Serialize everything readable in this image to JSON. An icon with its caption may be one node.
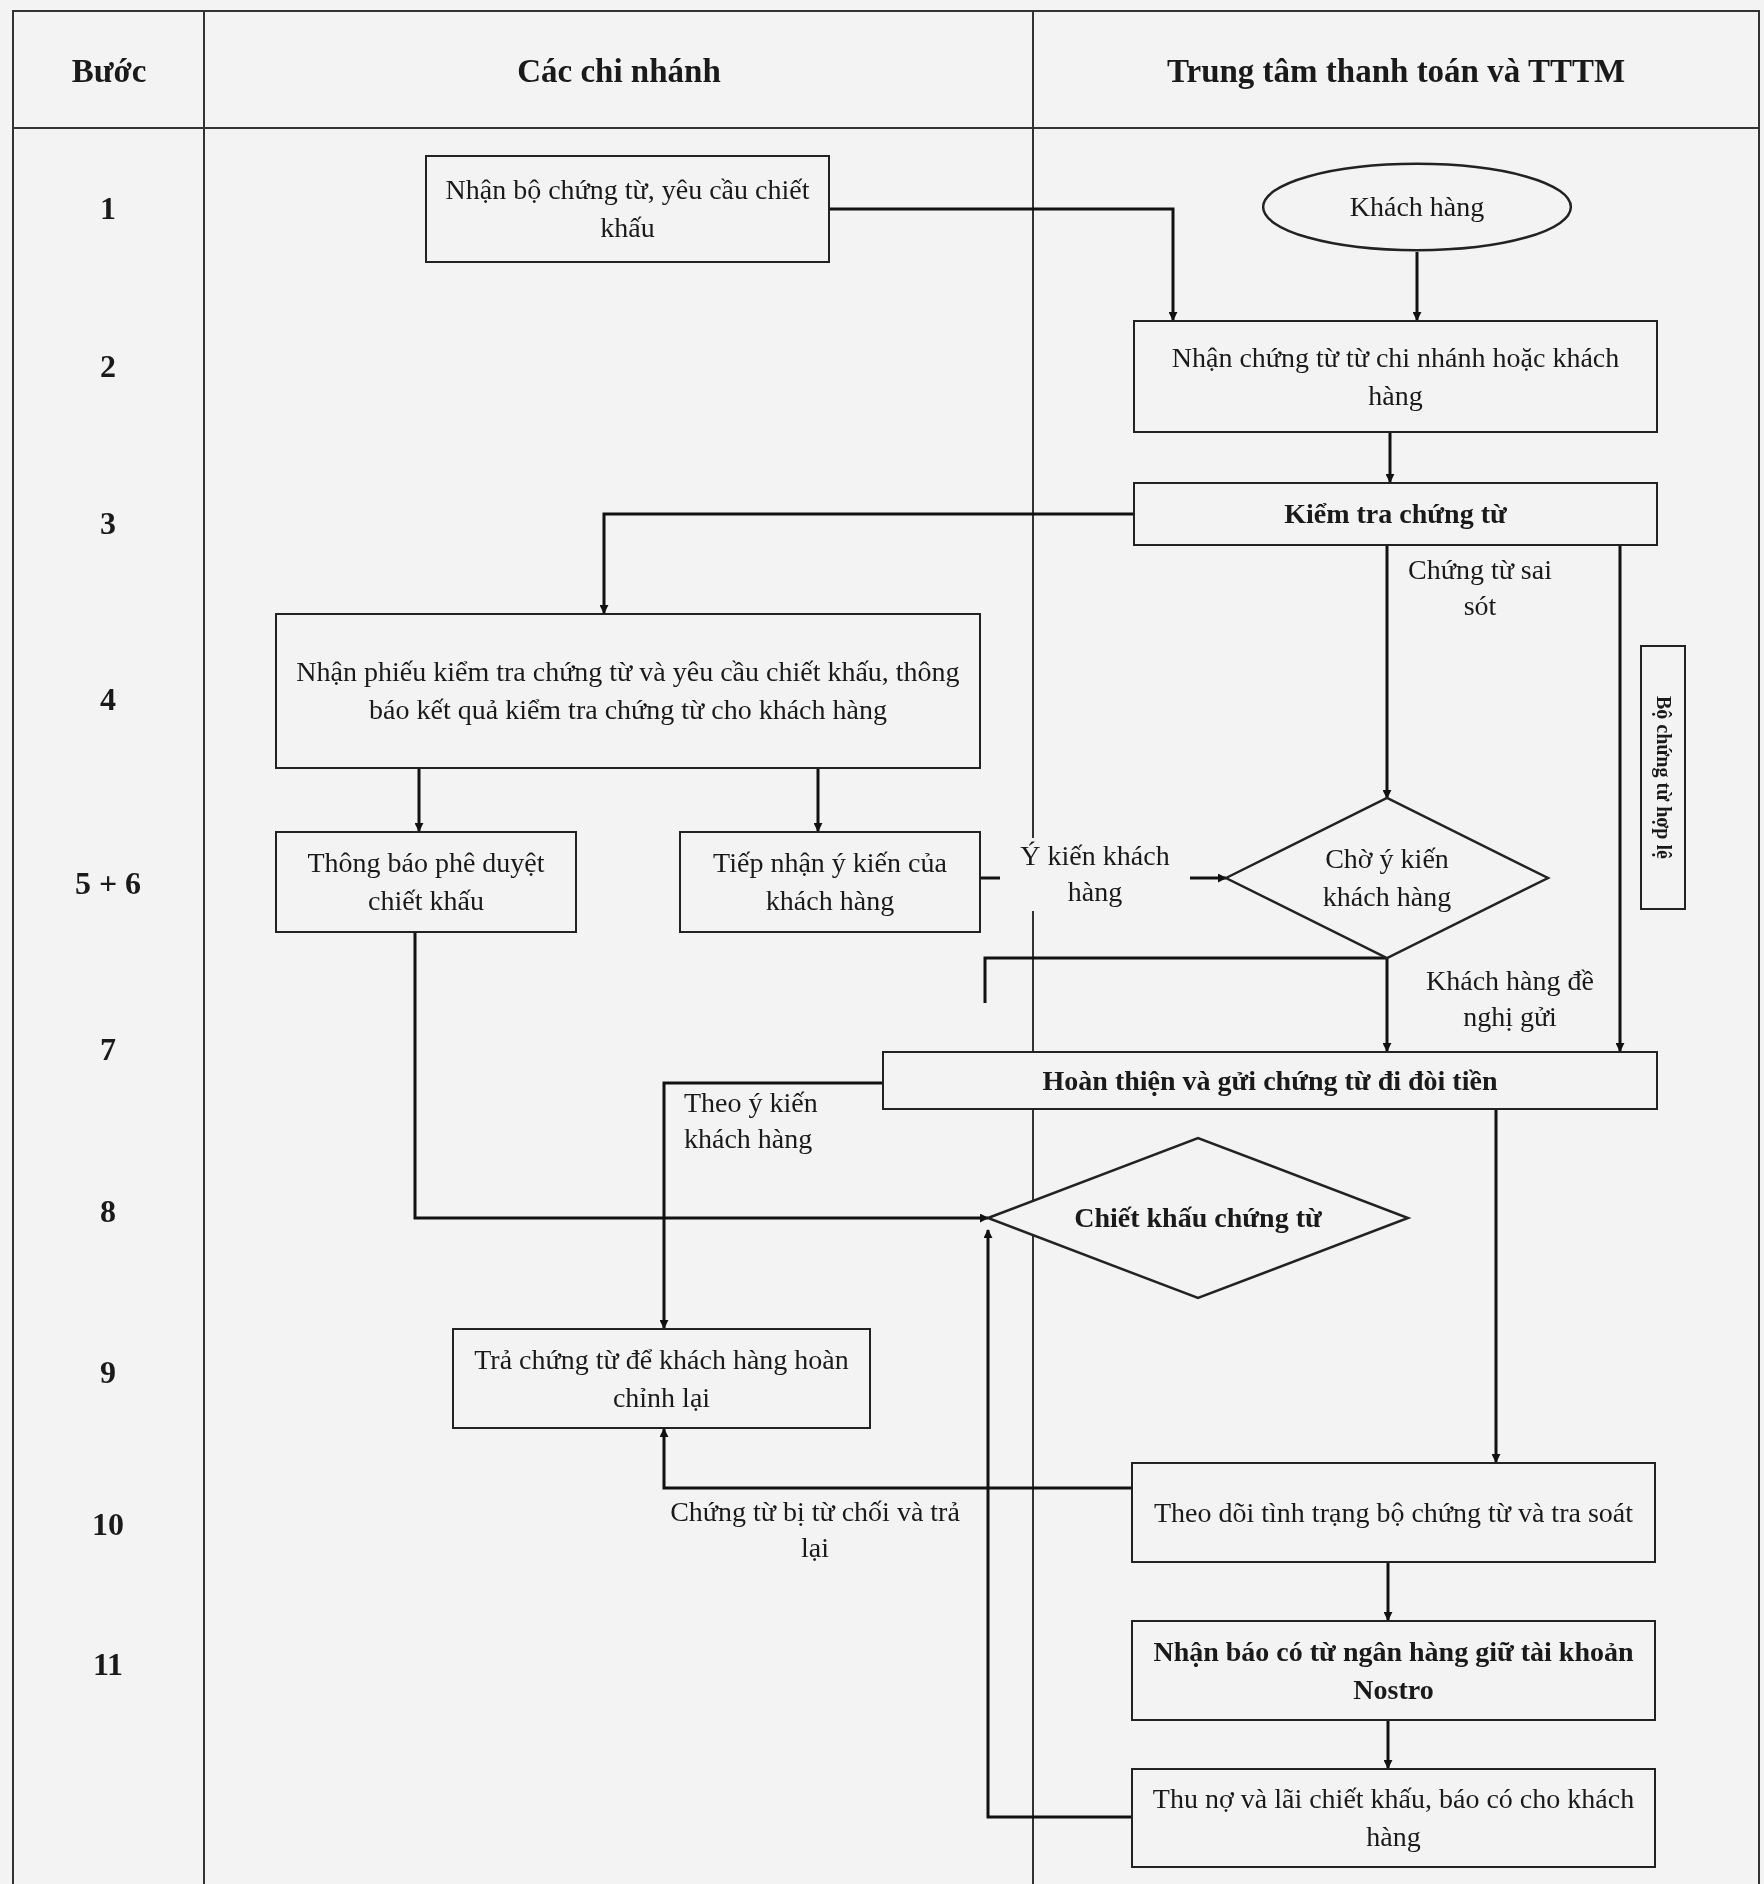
{
  "diagram": {
    "nodes": [
      {
        "text": [
          "Nhận bộ chứng từ, yêu cầu chiết khấu"
        ]
      },
      {
        "text": [
          "Khách hàng"
        ]
      },
      {
        "text": [
          "Nhận chứng từ từ chi nhánh hoặc khách hàng"
        ]
      },
      {
        "text": [
          "Kiểm tra chứng từ"
        ]
      },
      {
        "text": [
          "Nhận phiếu kiểm tra chứng từ và yêu cầu chiết khấu, thông báo kết quả kiểm tra chứng từ cho khách hàng"
        ]
      },
      {
        "text": [
          "Thông báo phê duyệt chiết khấu"
        ]
      },
      {
        "text": [
          "Tiếp nhận ý kiến của khách hàng"
        ]
      },
      {
        "text": [
          "Chờ ý kiến khách hàng"
        ]
      },
      {
        "text": [
          "Hoàn thiện và gửi chứng từ đi đòi tiền"
        ]
      },
      {
        "text": [
          "Chiết khấu chứng từ"
        ]
      },
      {
        "text": [
          "Trả chứng từ để khách hàng hoàn chỉnh lại"
        ]
      },
      {
        "text": [
          "Theo dõi tình trạng bộ chứng từ và tra soát"
        ]
      },
      {
        "text": [
          "Nhận báo có từ ngân hàng giữ tài khoản Nostro"
        ]
      },
      {
        "text": [
          "Thu nợ và lãi chiết khấu, báo có cho khách hàng"
        ]
      }
    ],
    "edges": [
      {
        "from": 0,
        "to": 2,
        "arrow": "to"
      },
      {
        "from": 1,
        "to": 2,
        "arrow": "to"
      },
      {
        "from": 2,
        "to": 3,
        "arrow": "to"
      },
      {
        "from": 3,
        "to": 4,
        "arrow": "to"
      },
      {
        "from": 3,
        "to": 7,
        "arrow": "to",
        "label": "Chứng từ sai sót"
      },
      {
        "from": 3,
        "to": 8,
        "arrow": "to",
        "label": "Bộ chứng từ hợp lệ"
      },
      {
        "from": 4,
        "to": 5,
        "arrow": "to"
      },
      {
        "from": 4,
        "to": 6,
        "arrow": "to"
      },
      {
        "from": 6,
        "to": 7,
        "arrow": "to",
        "label": "Ý kiến khách hàng"
      },
      {
        "from": 7,
        "to": 8,
        "arrow": "to",
        "label": "Khách hàng đề nghị gửi"
      },
      {
        "from": 7,
        "to": null,
        "arrow": "none"
      },
      {
        "from": 8,
        "to": 10,
        "arrow": "to",
        "label": "Theo ý kiến khách hàng"
      },
      {
        "from": 5,
        "to": 9,
        "arrow": "to"
      },
      {
        "from": 13,
        "to": 9,
        "arrow": "to"
      },
      {
        "from": 8,
        "to": 11,
        "arrow": "to"
      },
      {
        "from": 11,
        "to": 10,
        "arrow": "to",
        "label": "Chứng từ bị từ chối và trả lại"
      },
      {
        "from": 11,
        "to": 12,
        "arrow": "to"
      },
      {
        "from": 12,
        "to": 13,
        "arrow": "to"
      }
    ],
    "labels": [
      "Bước",
      "Các chi nhánh",
      "Trung tâm thanh toán và TTTM",
      "1",
      "2",
      "3",
      "4",
      "5 + 6",
      "7",
      "8",
      "9",
      "10",
      "11"
    ]
  }
}
